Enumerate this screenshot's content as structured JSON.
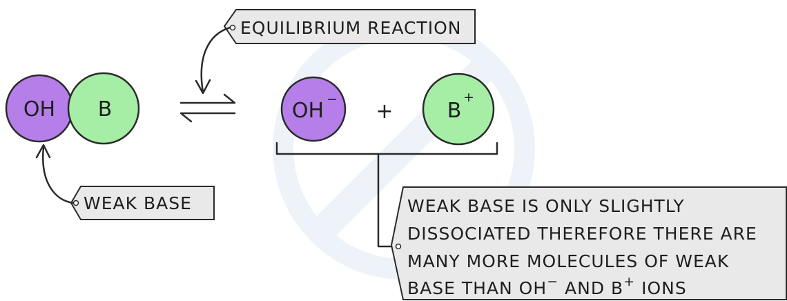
{
  "colors": {
    "purple": "#b57ee8",
    "green": "#a6eea6",
    "tag_fill": "#e9e9e9",
    "stroke": "#2a2a2a",
    "watermark": "#eef3fa"
  },
  "reactant": {
    "left_atom": "OH",
    "right_atom": "B"
  },
  "products": {
    "hydroxide_label": "OH",
    "hydroxide_charge": "−",
    "plus": "+",
    "cation_label": "B",
    "cation_charge": "+"
  },
  "tags": {
    "equilibrium": "EQUILIBRIUM REACTION",
    "weak_base": "WEAK BASE",
    "note_lines": [
      "WEAK BASE IS ONLY SLIGHTLY",
      "DISSOCIATED THEREFORE THERE ARE",
      "MANY MORE MOLECULES OF WEAK"
    ],
    "note_last_pre": "BASE THAN OH",
    "note_last_sup1": "−",
    "note_last_mid": " AND B",
    "note_last_sup2": "+",
    "note_last_post": " IONS"
  },
  "icons": {
    "equilibrium": "equilibrium-harpoons-icon",
    "watermark": "logo-watermark-icon"
  }
}
